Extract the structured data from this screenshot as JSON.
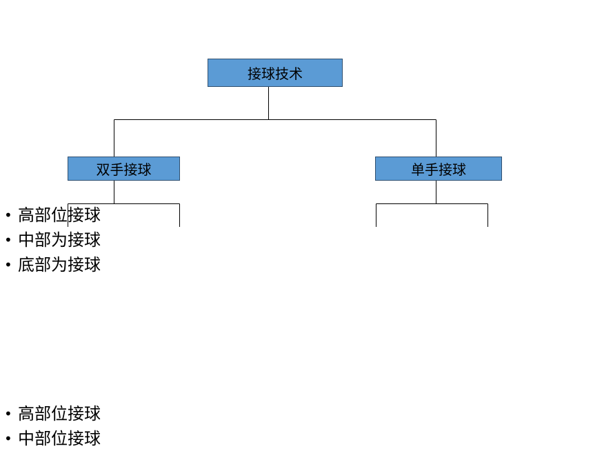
{
  "diagram": {
    "root": {
      "label": "接球技术"
    },
    "branches": [
      {
        "label": "双手接球",
        "items": [
          "高部位接球",
          "中部为接球",
          "底部为接球"
        ]
      },
      {
        "label": "单手接球",
        "items": [
          "高部位接球",
          "中部位接球"
        ]
      }
    ]
  },
  "colors": {
    "node_fill": "#5b9bd5",
    "node_border": "#2f4f6f",
    "connector": "#000000"
  }
}
